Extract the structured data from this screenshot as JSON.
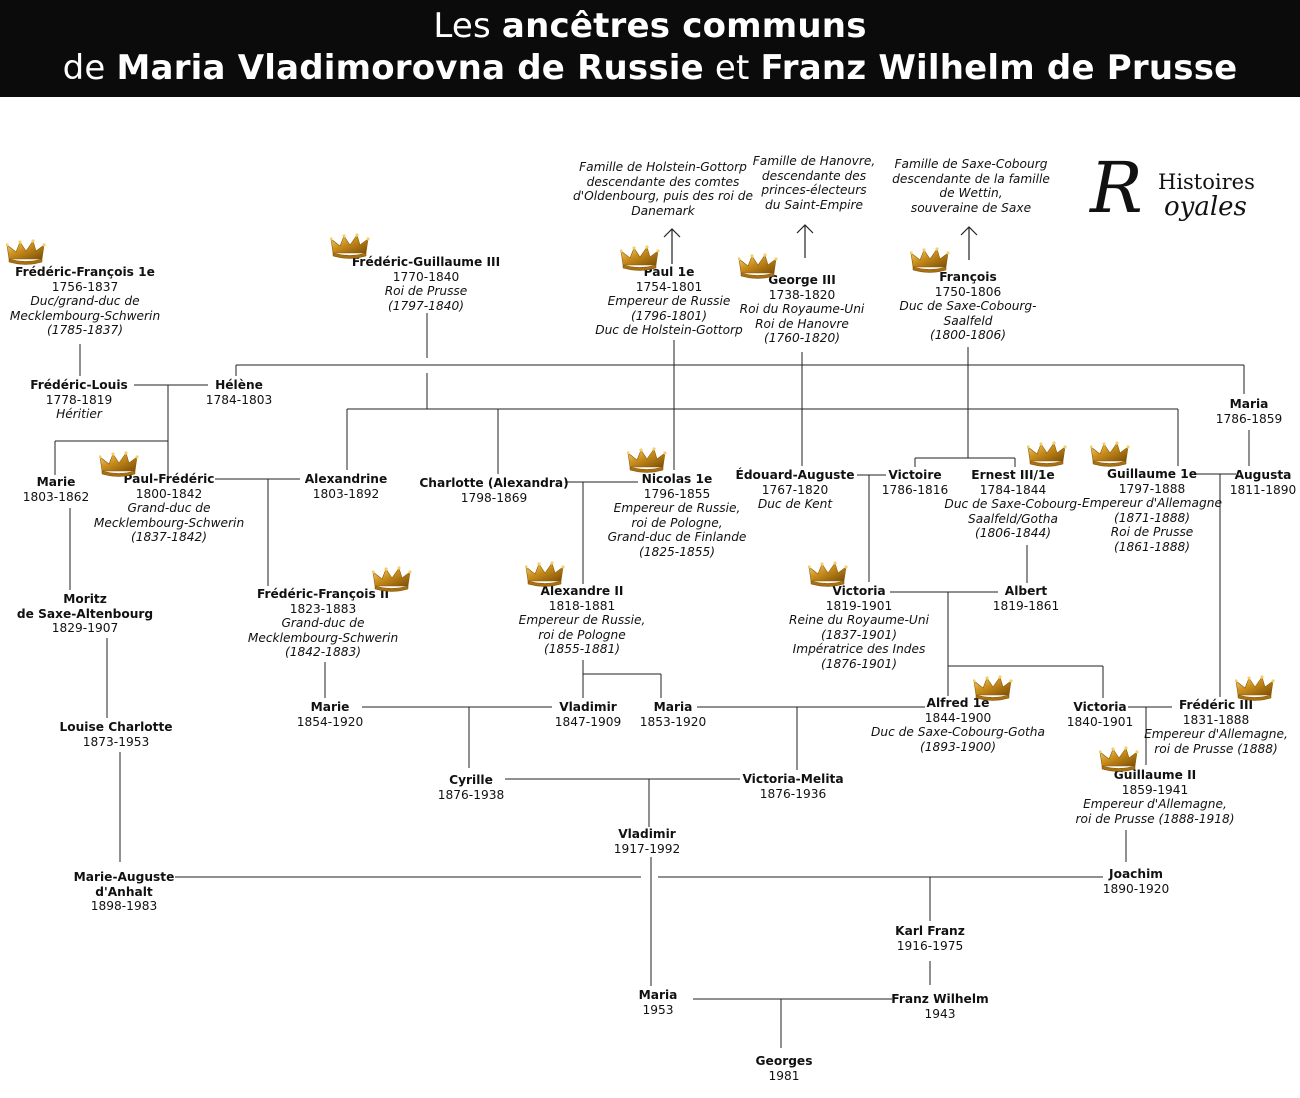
{
  "header": {
    "line1_pre": "Les ",
    "line1_bold": "ancêtres communs",
    "line2_pre": "de ",
    "line2_bold1": "Maria Vladimorovna de Russie",
    "line2_mid": " et ",
    "line2_bold2": "Franz Wilhelm de Prusse"
  },
  "brand": {
    "initial": "R",
    "word1": "Histoires",
    "word2": "oyales"
  },
  "notes": {
    "holstein": [
      "Famille de Holstein-Gottorp",
      "descendante des comtes",
      "d'Oldenbourg, puis des roi de",
      "Danemark"
    ],
    "hanovre": [
      "Famille de Hanovre,",
      "descendante des",
      "princes-électeurs",
      "du Saint-Empire"
    ],
    "saxe": [
      "Famille de Saxe-Cobourg",
      "descendante de la famille",
      "de Wettin,",
      "souveraine de Saxe"
    ]
  },
  "people": {
    "ff1": {
      "name": "Frédéric-François 1e",
      "dates": "1756-1837",
      "titles": [
        "Duc/grand-duc de",
        "Mecklembourg-Schwerin",
        "(1785-1837)"
      ]
    },
    "fg3": {
      "name": "Frédéric-Guillaume III",
      "dates": "1770-1840",
      "titles": [
        "Roi de Prusse",
        "(1797-1840)"
      ]
    },
    "paul": {
      "name": "Paul 1e",
      "dates": "1754-1801",
      "titles": [
        "Empereur de Russie",
        "(1796-1801)",
        "Duc de Holstein-Gottorp"
      ]
    },
    "george3": {
      "name": "George III",
      "dates": "1738-1820",
      "titles": [
        "Roi du Royaume-Uni",
        "Roi de Hanovre",
        "(1760-1820)"
      ]
    },
    "francois": {
      "name": "François",
      "dates": "1750-1806",
      "titles": [
        "Duc de Saxe-Cobourg-",
        "Saalfeld",
        "(1800-1806)"
      ]
    },
    "fredlouis": {
      "name": "Frédéric-Louis",
      "dates": "1778-1819",
      "titles": [
        "Héritier"
      ]
    },
    "helene": {
      "name": "Hélène",
      "dates": "1784-1803",
      "titles": []
    },
    "maria1786": {
      "name": "Maria",
      "dates": "1786-1859",
      "titles": []
    },
    "marie1803": {
      "name": "Marie",
      "dates": "1803-1862",
      "titles": []
    },
    "paulfred": {
      "name": "Paul-Frédéric",
      "dates": "1800-1842",
      "titles": [
        "Grand-duc de",
        "Mecklembourg-Schwerin",
        "(1837-1842)"
      ]
    },
    "alexandrine": {
      "name": "Alexandrine",
      "dates": "1803-1892",
      "titles": []
    },
    "charlotte": {
      "name": "Charlotte (Alexandra)",
      "dates": "1798-1869",
      "titles": []
    },
    "nicolas": {
      "name": "Nicolas 1e",
      "dates": "1796-1855",
      "titles": [
        "Empereur de Russie,",
        "roi de Pologne,",
        "Grand-duc de Finlande",
        "(1825-1855)"
      ]
    },
    "edouard": {
      "name": "Édouard-Auguste",
      "dates": "1767-1820",
      "titles": [
        "Duc de Kent"
      ]
    },
    "victoire": {
      "name": "Victoire",
      "dates": "1786-1816",
      "titles": []
    },
    "ernest": {
      "name": "Ernest III/1e",
      "dates": "1784-1844",
      "titles": [
        "Duc de Saxe-Cobourg-",
        "Saalfeld/Gotha",
        "(1806-1844)"
      ]
    },
    "guillaume1": {
      "name": "Guillaume 1e",
      "dates": "1797-1888",
      "titles": [
        "Empereur d'Allemagne",
        "(1871-1888)",
        "Roi de Prusse",
        "(1861-1888)"
      ]
    },
    "augusta": {
      "name": "Augusta",
      "dates": "1811-1890",
      "titles": []
    },
    "moritz": {
      "name": "Moritz\nde Saxe-Altenbourg",
      "dates": "1829-1907",
      "titles": []
    },
    "ff2": {
      "name": "Frédéric-François II",
      "dates": "1823-1883",
      "titles": [
        "Grand-duc de",
        "Mecklembourg-Schwerin",
        "(1842-1883)"
      ]
    },
    "alexandre2": {
      "name": "Alexandre II",
      "dates": "1818-1881",
      "titles": [
        "Empereur de Russie,",
        "roi de Pologne",
        "(1855-1881)"
      ]
    },
    "victoria1819": {
      "name": "Victoria",
      "dates": "1819-1901",
      "titles": [
        "Reine du Royaume-Uni",
        "(1837-1901)",
        "Impératrice des Indes",
        "(1876-1901)"
      ]
    },
    "albert": {
      "name": "Albert",
      "dates": "1819-1861",
      "titles": []
    },
    "louise": {
      "name": "Louise Charlotte",
      "dates": "1873-1953",
      "titles": []
    },
    "marie1854": {
      "name": "Marie",
      "dates": "1854-1920",
      "titles": []
    },
    "vladimir1847": {
      "name": "Vladimir",
      "dates": "1847-1909",
      "titles": []
    },
    "maria1853": {
      "name": "Maria",
      "dates": "1853-1920",
      "titles": []
    },
    "alfred": {
      "name": "Alfred 1e",
      "dates": "1844-1900",
      "titles": [
        "Duc de Saxe-Cobourg-Gotha",
        "(1893-1900)"
      ]
    },
    "victoria1840": {
      "name": "Victoria",
      "dates": "1840-1901",
      "titles": []
    },
    "frederic3": {
      "name": "Frédéric III",
      "dates": "1831-1888",
      "titles": [
        "Empereur d'Allemagne,",
        "roi de Prusse (1888)"
      ]
    },
    "guillaume2": {
      "name": "Guillaume II",
      "dates": "1859-1941",
      "titles": [
        "Empereur d'Allemagne,",
        "roi de Prusse (1888-1918)"
      ]
    },
    "cyrille": {
      "name": "Cyrille",
      "dates": "1876-1938",
      "titles": []
    },
    "vicmelita": {
      "name": "Victoria-Melita",
      "dates": "1876-1936",
      "titles": []
    },
    "vladimir1917": {
      "name": "Vladimir",
      "dates": "1917-1992",
      "titles": []
    },
    "marieauguste": {
      "name": "Marie-Auguste\nd'Anhalt",
      "dates": "1898-1983",
      "titles": []
    },
    "joachim": {
      "name": "Joachim",
      "dates": "1890-1920",
      "titles": []
    },
    "karlfranz": {
      "name": "Karl Franz",
      "dates": "1916-1975",
      "titles": []
    },
    "maria1953": {
      "name": "Maria",
      "dates": "1953",
      "titles": []
    },
    "franzwilhelm": {
      "name": "Franz Wilhelm",
      "dates": "1943",
      "titles": []
    },
    "georges": {
      "name": "Georges",
      "dates": "1981",
      "titles": []
    }
  }
}
